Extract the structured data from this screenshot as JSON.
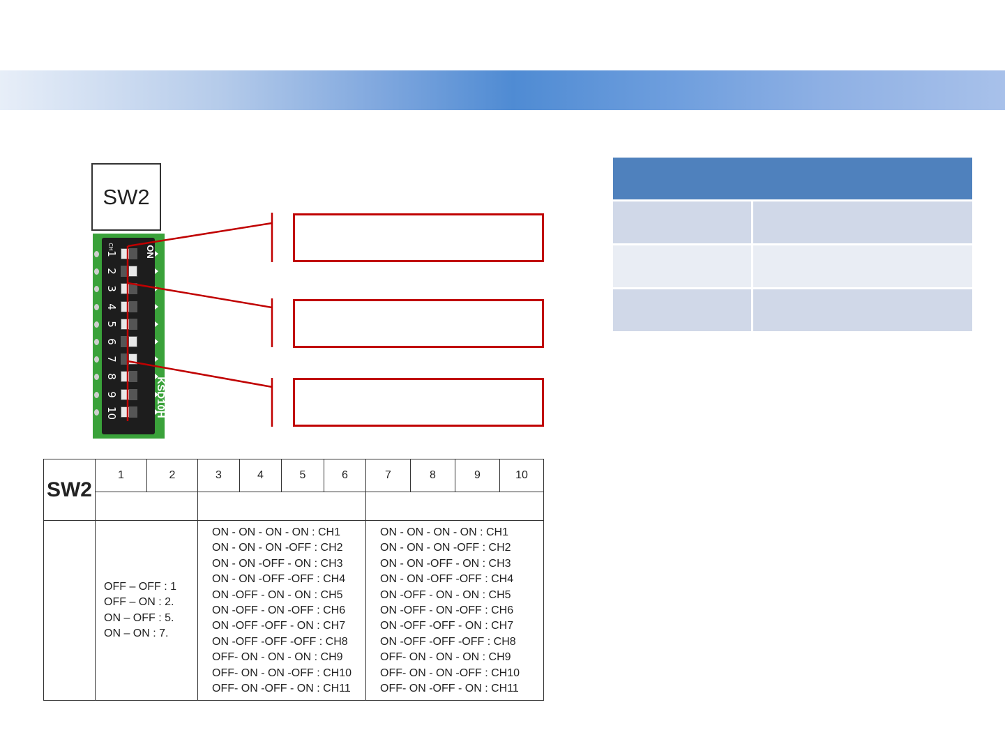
{
  "diagram": {
    "label": "SW2",
    "switch": {
      "on_mark": "ON",
      "ch_mark": "CH",
      "brand": "KSD10H",
      "numbers": [
        "1",
        "2",
        "3",
        "4",
        "5",
        "6",
        "7",
        "8",
        "9",
        "10"
      ]
    }
  },
  "table": {
    "corner_label": "SW2",
    "switch_numbers": [
      "1",
      "2",
      "3",
      "4",
      "5",
      "6",
      "7",
      "8",
      "9",
      "10"
    ],
    "group1_lines": [
      "OFF – OFF : 1",
      "OFF – ON : 2.",
      "ON – OFF : 5.",
      "ON – ON : 7."
    ],
    "group2_lines": [
      "ON - ON - ON - ON : CH1",
      "ON - ON - ON -OFF : CH2",
      "ON - ON -OFF - ON : CH3",
      "ON - ON -OFF -OFF : CH4",
      "ON -OFF - ON - ON : CH5",
      "ON -OFF - ON -OFF : CH6",
      "ON -OFF -OFF - ON : CH7",
      "ON -OFF -OFF -OFF : CH8",
      "OFF- ON - ON - ON : CH9",
      "OFF- ON - ON -OFF : CH10",
      "OFF- ON -OFF - ON : CH11"
    ],
    "group3_lines": [
      "ON - ON - ON - ON : CH1",
      "ON - ON - ON -OFF : CH2",
      "ON - ON -OFF - ON : CH3",
      "ON - ON -OFF -OFF : CH4",
      "ON -OFF - ON - ON : CH5",
      "ON -OFF - ON -OFF : CH6",
      "ON -OFF -OFF - ON : CH7",
      "ON -OFF -OFF -OFF : CH8",
      "OFF- ON - ON - ON : CH9",
      "OFF- ON - ON -OFF : CH10",
      "OFF- ON -OFF - ON : CH11"
    ]
  },
  "colors": {
    "callout_border": "#c00000",
    "table_header": "#4f81bd",
    "table_row_dark": "#d0d8e8",
    "table_row_light": "#e9edf4"
  }
}
